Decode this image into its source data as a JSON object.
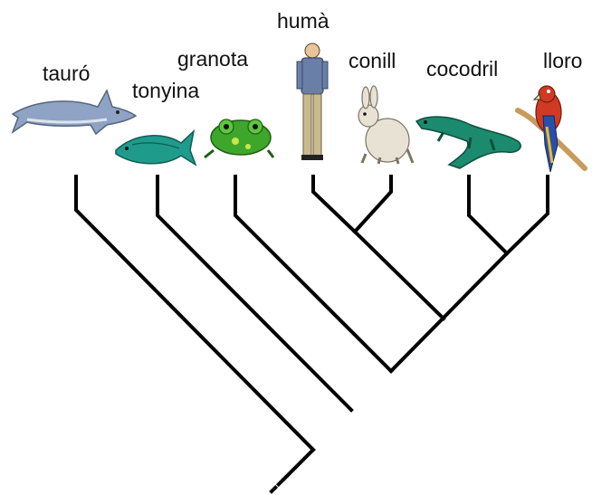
{
  "diagram": {
    "taxa": [
      {
        "id": "shark",
        "label": "tauró",
        "icon": "shark-icon",
        "color": "#8fa3c4"
      },
      {
        "id": "tuna",
        "label": "tonyina",
        "icon": "tuna-icon",
        "color": "#1f9b8c"
      },
      {
        "id": "frog",
        "label": "granota",
        "icon": "frog-icon",
        "color": "#3ea62b"
      },
      {
        "id": "human",
        "label": "humà",
        "icon": "human-icon",
        "color": "#6a7fa8"
      },
      {
        "id": "rabbit",
        "label": "conill",
        "icon": "rabbit-icon",
        "color": "#d9d2c3"
      },
      {
        "id": "crocodile",
        "label": "cocodril",
        "icon": "crocodile-icon",
        "color": "#1c8a6e"
      },
      {
        "id": "parrot",
        "label": "lloro",
        "icon": "parrot-icon",
        "color": "#d13a22"
      }
    ],
    "line_color": "#000000"
  }
}
